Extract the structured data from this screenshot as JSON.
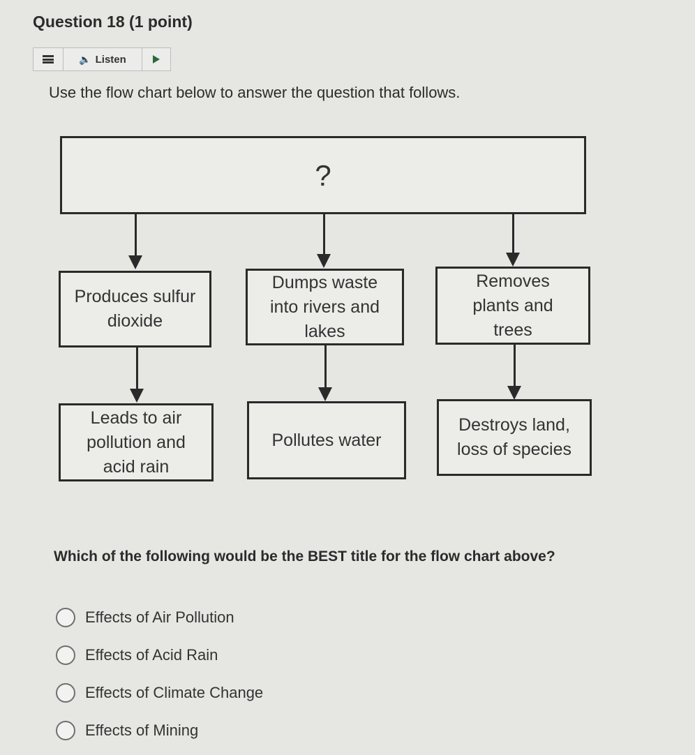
{
  "question": {
    "title": "Question 18 (1 point)",
    "intro": "Use the flow chart below to answer the question that follows.",
    "prompt": "Which of the following would be the BEST title for the flow chart above?"
  },
  "toolbar": {
    "menu_icon": "hamburger-icon",
    "listen_label": "Listen",
    "speaker_icon": "speaker-icon",
    "play_icon": "play-icon"
  },
  "flowchart": {
    "top": "?",
    "columns": [
      {
        "middle": "Produces sulfur dioxide",
        "bottom": "Leads to air pollution and acid rain"
      },
      {
        "middle": "Dumps waste into rivers and lakes",
        "bottom": "Pollutes water"
      },
      {
        "middle": "Removes plants and trees",
        "bottom": "Destroys land, loss of species"
      }
    ]
  },
  "choices": [
    {
      "label": "Effects of Air Pollution",
      "selected": false
    },
    {
      "label": "Effects of Acid Rain",
      "selected": false
    },
    {
      "label": "Effects of Climate Change",
      "selected": false
    },
    {
      "label": "Effects of Mining",
      "selected": false
    }
  ]
}
